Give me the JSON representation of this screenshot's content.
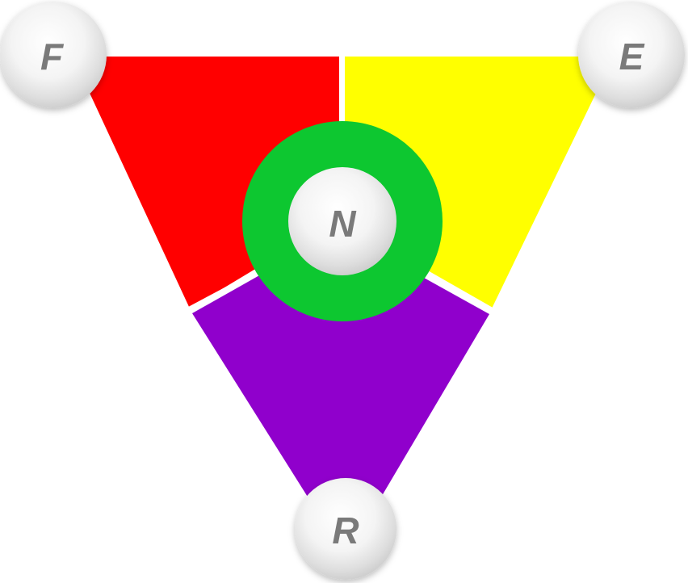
{
  "diagram": {
    "nodes": {
      "top_left": {
        "label": "F"
      },
      "top_right": {
        "label": "E"
      },
      "bottom": {
        "label": "R"
      },
      "center": {
        "label": "N"
      }
    },
    "colors": {
      "top_left_region": "#ff0000",
      "top_right_region": "#ffff00",
      "bottom_region": "#9000cc",
      "center_ring": "#0dc730",
      "divider": "#ffffff",
      "node_label": "#7a7a7a"
    }
  }
}
